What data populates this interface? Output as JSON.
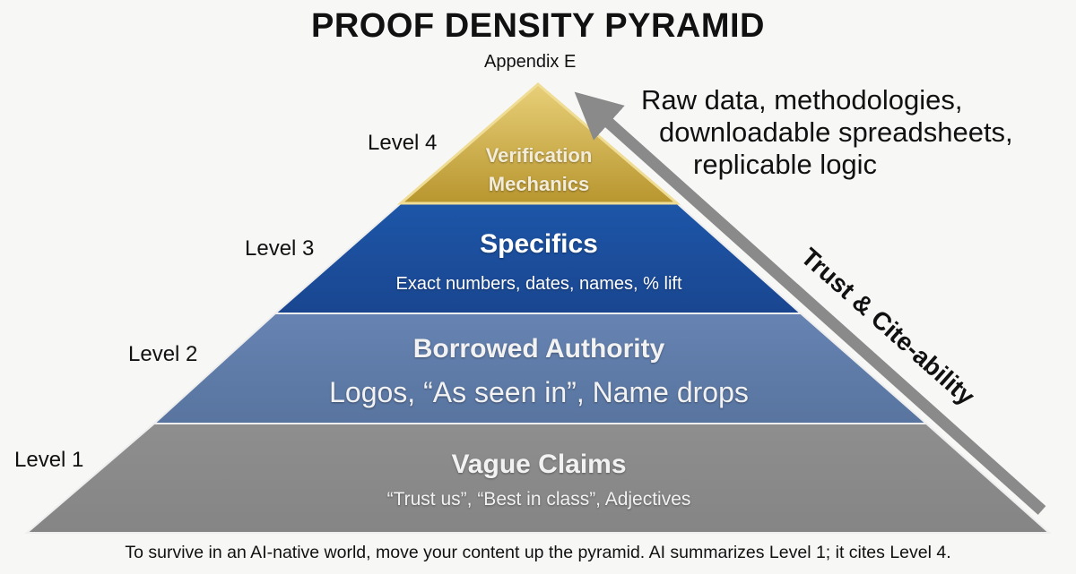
{
  "title": "PROOF DENSITY PYRAMID",
  "appendix_label": "Appendix E",
  "levels": [
    {
      "level_label": "Level 4",
      "title_line1": "Verification",
      "title_line2": "Mechanics",
      "color": "#c9a840"
    },
    {
      "level_label": "Level 3",
      "title": "Specifics",
      "subtitle": "Exact numbers, dates, names, % lift",
      "color": "#1f4f9c"
    },
    {
      "level_label": "Level 2",
      "title": "Borrowed Authority",
      "subtitle": "Logos, “As seen in”, Name drops",
      "color": "#5d7aa9"
    },
    {
      "level_label": "Level 1",
      "title": "Vague Claims",
      "subtitle": "“Trust us”, “Best in class”, Adjectives",
      "color": "#8a8a8a"
    }
  ],
  "side_note": [
    "Raw data, methodologies,",
    "downloadable spreadsheets,",
    "replicable logic"
  ],
  "arrow_label": "Trust & Cite-ability",
  "footer": "To survive in an AI-native world, move your content up the pyramid. AI summarizes Level 1; it cites Level 4."
}
